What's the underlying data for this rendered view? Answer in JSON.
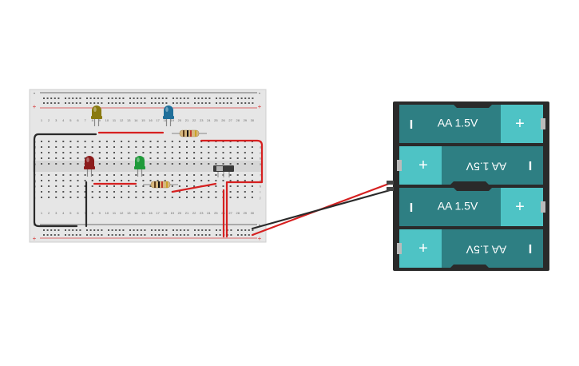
{
  "breadboard": {
    "rail_plus_symbol": "+",
    "rail_minus_symbol": "-",
    "column_numbers": [
      "1",
      "2",
      "3",
      "4",
      "5",
      "6",
      "7",
      "8",
      "9",
      "10",
      "11",
      "12",
      "13",
      "14",
      "15",
      "16",
      "17",
      "18",
      "19",
      "20",
      "21",
      "22",
      "23",
      "24",
      "25",
      "26",
      "27",
      "28",
      "29",
      "30"
    ],
    "row_letters_top": [
      "e",
      "d",
      "c",
      "b",
      "a"
    ],
    "row_letters_bottom": [
      "f",
      "g",
      "h",
      "i",
      "j"
    ]
  },
  "battery_pack": {
    "cells": [
      {
        "label": "AA 1.5V",
        "orientation": "normal",
        "plus": "+",
        "minus": "I"
      },
      {
        "label": "AA 1.5V",
        "orientation": "flipped",
        "plus": "+",
        "minus": "I"
      },
      {
        "label": "AA 1.5V",
        "orientation": "normal",
        "plus": "+",
        "minus": "I"
      },
      {
        "label": "AA 1.5V",
        "orientation": "flipped",
        "plus": "+",
        "minus": "I"
      }
    ]
  },
  "components": {
    "leds": [
      {
        "name": "yellow-led",
        "color": "#8a7a10"
      },
      {
        "name": "blue-led",
        "color": "#1f6f9a"
      },
      {
        "name": "red-led",
        "color": "#8c1c1c"
      },
      {
        "name": "green-led",
        "color": "#1f9a3a"
      }
    ],
    "resistors": [
      "resistor-top",
      "resistor-middle"
    ],
    "switch": "slide-switch"
  },
  "colors": {
    "board": "#e6e6e6",
    "rail_red": "#d43a3a",
    "wire_red": "#d62020",
    "wire_black": "#2a2a2a",
    "battery_body": "#2e7f83",
    "battery_end": "#4ec3c5",
    "battery_case": "#2a2a2a"
  }
}
